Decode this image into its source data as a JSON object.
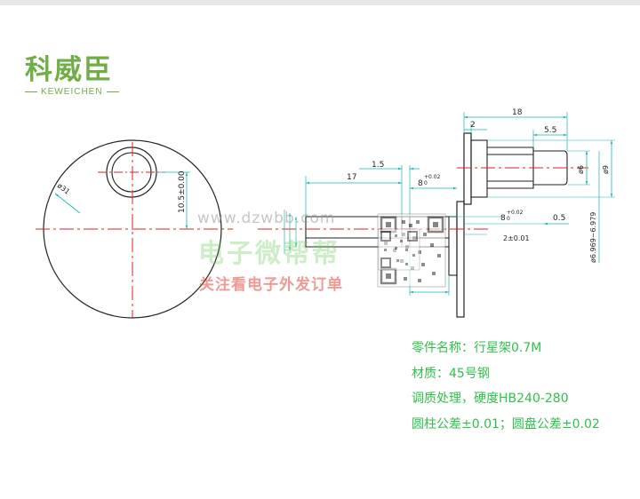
{
  "logo": {
    "cn": "科威臣",
    "en": "KEWEICHEN"
  },
  "watermark": {
    "url": "www.dzwbb.com",
    "name": "电子微帮帮",
    "sub": "关注看电子外发订单"
  },
  "dimensions": {
    "d31": "ø31",
    "d10_5": "10.5±0.00",
    "d18": "18",
    "d2": "2",
    "d5_5": "5.5",
    "d6": "ø6",
    "d9": "ø9",
    "d6_969": "ø6.969~6.979",
    "d17": "17",
    "d1_5": "1.5",
    "d8_tol_top": "8",
    "tol_top_up": "+0.02",
    "tol_top_low": "0",
    "d8_tol_mid": "8",
    "tol_mid_up": "+0.02",
    "tol_mid_low": "0",
    "d0_5": "0.5",
    "d2_01": "2±0.01"
  },
  "notes": [
    "零件名称：行星架0.7M",
    "材质：45号钢",
    "调质处理，硬度HB240-280",
    "圆柱公差±0.01；圆盘公差±0.02"
  ],
  "colors": {
    "dimension": "#16b8b0",
    "outline": "#222222",
    "centerline": "#e02020",
    "notes": "#2fc24a",
    "logo": "#6fae47"
  }
}
